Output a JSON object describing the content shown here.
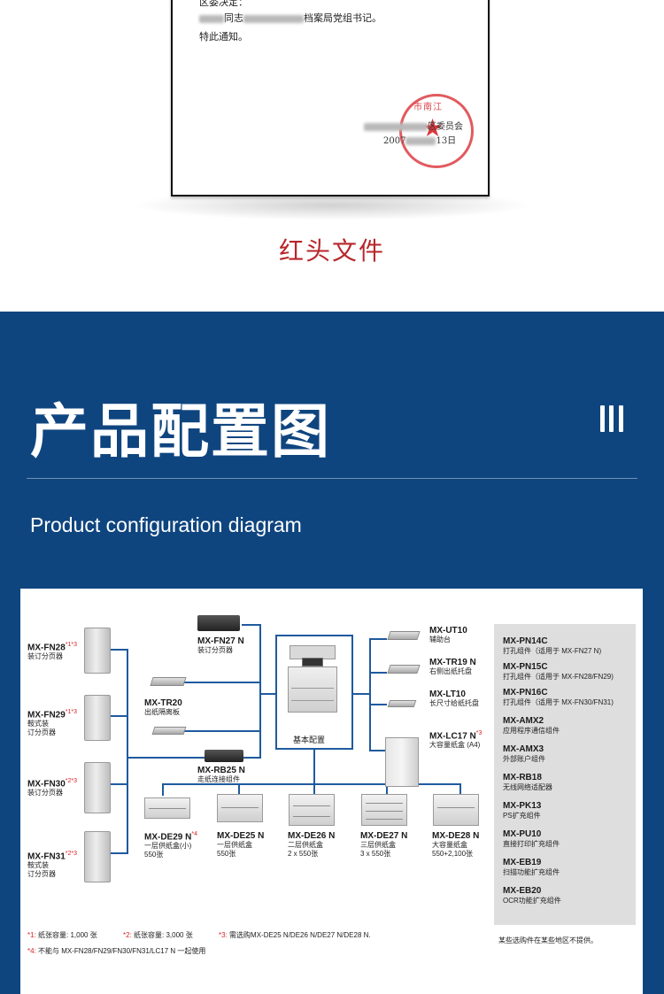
{
  "document": {
    "line1": "区委决定：",
    "line2_pre": "同志",
    "line2_post": "档案局党组书记。",
    "line3": "特此通知。",
    "sig_org": "区委员会",
    "sig_date_pre": "2007",
    "sig_date_post": "13日",
    "stamp_text": "市南江",
    "caption": "红头文件"
  },
  "section": {
    "title_cn": "产品配置图",
    "title_en": "Product configuration diagram"
  },
  "diagram": {
    "left_finishers": [
      {
        "model": "MX-FN28",
        "sup": "*1*3",
        "desc": [
          "装订分页器"
        ]
      },
      {
        "model": "MX-FN29",
        "sup": "*1*3",
        "desc": [
          "鞍式装",
          "订分页器"
        ]
      },
      {
        "model": "MX-FN30",
        "sup": "*2*3",
        "desc": [
          "装订分页器"
        ]
      },
      {
        "model": "MX-FN31",
        "sup": "*2*3",
        "desc": [
          "鞍式装",
          "订分页器"
        ]
      }
    ],
    "fn27": {
      "model": "MX-FN27 N",
      "desc": "装订分页器"
    },
    "tr20": {
      "model": "MX-TR20",
      "desc": "出纸隔离板"
    },
    "rb25": {
      "model": "MX-RB25 N",
      "desc": "走纸连接组件"
    },
    "base_label": "基本配置",
    "right_units": [
      {
        "model": "MX-UT10",
        "sup": "",
        "desc": "辅助台"
      },
      {
        "model": "MX-TR19 N",
        "sup": "",
        "desc": "右侧出纸托盘"
      },
      {
        "model": "MX-LT10",
        "sup": "",
        "desc": "长尺寸给纸托盘"
      },
      {
        "model": "MX-LC17 N",
        "sup": "*3",
        "desc": "大容量纸盒 (A4)"
      }
    ],
    "bottom_units": [
      {
        "model": "MX-DE29 N",
        "sup": "*4",
        "desc": [
          "一层供纸盒(小)",
          "550张"
        ]
      },
      {
        "model": "MX-DE25 N",
        "sup": "",
        "desc": [
          "一层供纸盒",
          "550张"
        ]
      },
      {
        "model": "MX-DE26 N",
        "sup": "",
        "desc": [
          "二层供纸盒",
          "2 x 550张"
        ]
      },
      {
        "model": "MX-DE27 N",
        "sup": "",
        "desc": [
          "三层供纸盒",
          "3 x 550张"
        ]
      },
      {
        "model": "MX-DE28 N",
        "sup": "",
        "desc": [
          "大容量纸盒",
          "550+2,100张"
        ]
      }
    ],
    "options": [
      {
        "model": "MX-PN14C",
        "desc": "打孔组件（适用于 MX-FN27 N)"
      },
      {
        "model": "MX-PN15C",
        "desc": "打孔组件（适用于 MX-FN28/FN29)"
      },
      {
        "model": "MX-PN16C",
        "desc": "打孔组件（适用于 MX-FN30/FN31)"
      },
      {
        "model": "MX-AMX2",
        "desc": "应用程序通信组件"
      },
      {
        "model": "MX-AMX3",
        "desc": "外部账户组件"
      },
      {
        "model": "MX-RB18",
        "desc": "无线网络适配器"
      },
      {
        "model": "MX-PK13",
        "desc": "PS扩充组件"
      },
      {
        "model": "MX-PU10",
        "desc": "直接打印扩充组件"
      },
      {
        "model": "MX-EB19",
        "desc": "扫描功能扩充组件"
      },
      {
        "model": "MX-EB20",
        "desc": "OCR功能扩充组件"
      }
    ],
    "notes": {
      "n1_mark": "*1:",
      "n1": "纸张容量: 1,000 张",
      "n2_mark": "*2:",
      "n2": "纸张容量: 3,000 张",
      "n3_mark": "*3:",
      "n3": "需选购MX-DE25 N/DE26 N/DE27 N/DE28 N.",
      "n4_mark": "*4:",
      "n4": "不能与 MX-FN28/FN29/FN30/FN31/LC17 N 一起使用",
      "region": "某些选购件在某些地区不提供。"
    }
  },
  "colors": {
    "blue_bg": "#0f457f",
    "connector": "#1f5a9e",
    "caption_red": "#b8262b",
    "stamp_red": "#d8232a"
  }
}
